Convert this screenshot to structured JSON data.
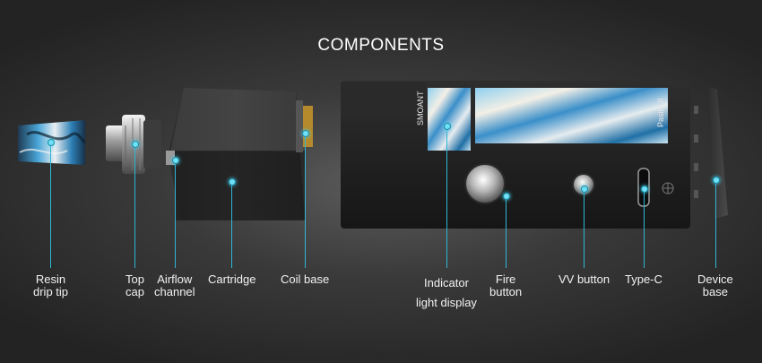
{
  "title": "COMPONENTS",
  "accent_color": "#2fb6d6",
  "device_print": {
    "brand": "SMOANT",
    "side": "Pasito II"
  },
  "components": [
    {
      "id": "resin-drip-tip",
      "label": "Resin\ndrip tip"
    },
    {
      "id": "top-cap",
      "label": "Top\ncap"
    },
    {
      "id": "airflow-channel",
      "label": "Airflow\nchannel"
    },
    {
      "id": "cartridge",
      "label": "Cartridge"
    },
    {
      "id": "coil-base",
      "label": "Coil base"
    },
    {
      "id": "indicator-light-display",
      "label": "Indicator\nlight display"
    },
    {
      "id": "fire-button",
      "label": "Fire\nbutton"
    },
    {
      "id": "vv-button",
      "label": "VV button"
    },
    {
      "id": "type-c",
      "label": "Type-C"
    },
    {
      "id": "device-base",
      "label": "Device\nbase"
    }
  ]
}
